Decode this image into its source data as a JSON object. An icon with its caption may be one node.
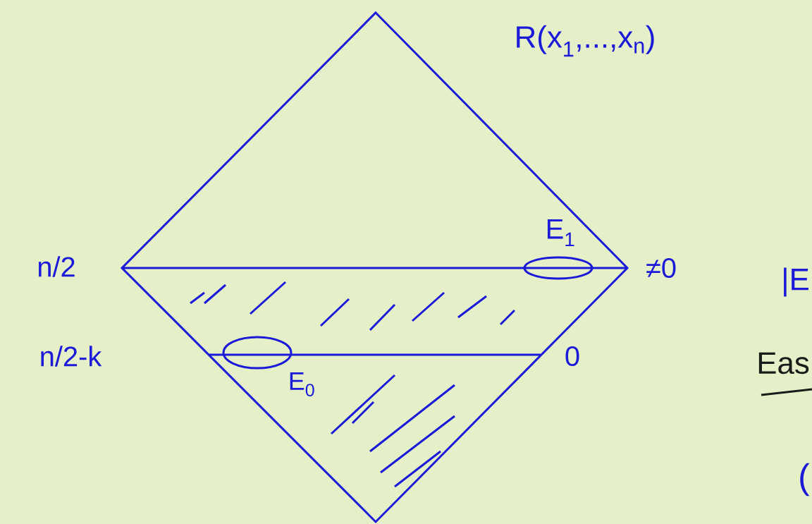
{
  "diagram": {
    "labels": [
      "R(x$_{1}$,...,x$_{n}$)",
      "n/2",
      "n/2-k",
      "E$_{1}$",
      "E$_{0}$",
      "≠0",
      "0",
      "|E",
      "Eas",
      "("
    ]
  }
}
